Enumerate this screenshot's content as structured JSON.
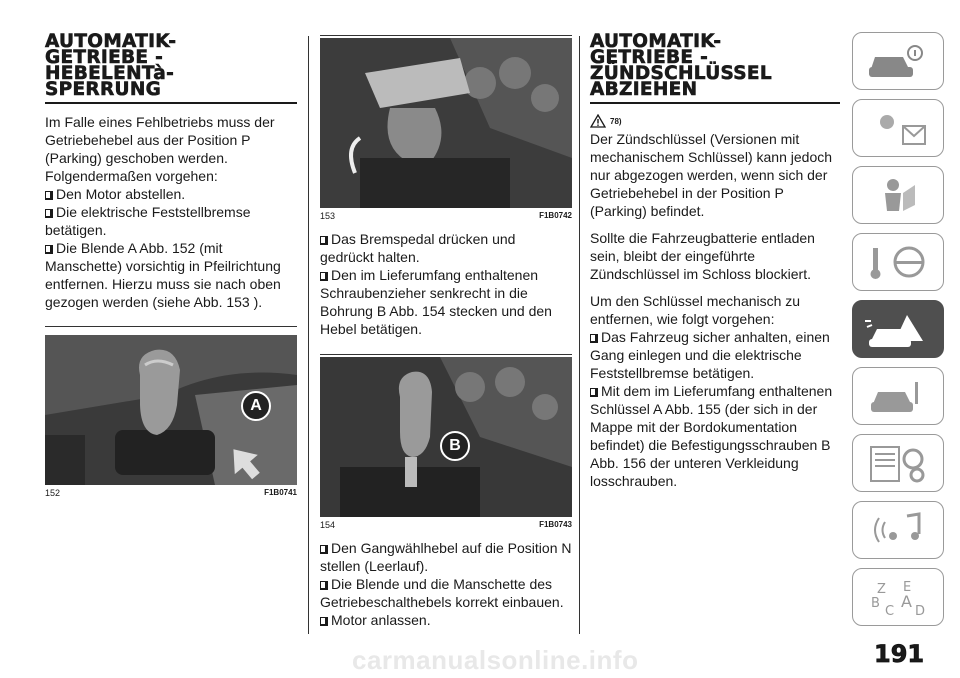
{
  "col1": {
    "heading": "AUTOMATIK-\nGETRIEBE -\nHEBELENTà-\nSPERRUNG",
    "para1": "Im Falle eines Fehlbetriebs muss der Getriebehebel aus der Position P (Parking) geschoben werden. Folgendermaßen vorgehen:",
    "bullets": [
      "Den Motor abstellen.",
      "Die elektrische Feststellbremse betätigen.",
      "Die Blende A Abb. 152 (mit Manschette) vorsichtig in Pfeilrichtung entfernen. Hierzu muss sie nach oben gezogen werden (siehe Abb. 153 )."
    ],
    "figure": {
      "number": "152",
      "code": "F1B0741",
      "callout": "A"
    }
  },
  "col2": {
    "figure_top": {
      "number": "153",
      "code": "F1B0742"
    },
    "bullets_a": [
      "Das Bremspedal drücken und gedrückt halten.",
      "Den im Lieferumfang enthaltenen Schraubenzieher senkrecht in die Bohrung B Abb. 154 stecken und den Hebel betätigen."
    ],
    "figure_mid": {
      "number": "154",
      "code": "F1B0743",
      "callout": "B"
    },
    "bullets_b": [
      "Den Gangwählhebel auf die Position N stellen (Leerlauf).",
      "Die Blende und die Manschette des Getriebeschalthebels korrekt einbauen.",
      "Motor anlassen."
    ]
  },
  "col3": {
    "heading": "AUTOMATIK-\nGETRIEBE -\nZÜNDSCHLÜSSEL\nABZIEHEN",
    "warning_ref": "78)",
    "para1": "Der Zündschlüssel (Versionen mit mechanischem Schlüssel) kann jedoch nur abgezogen werden, wenn sich der Getriebehebel in der Position P (Parking) befindet.",
    "para2": "Sollte die Fahrzeugbatterie entladen sein, bleibt der eingeführte Zündschlüssel im Schloss blockiert.",
    "para3": "Um den Schlüssel mechanisch zu entfernen, wie folgt vorgehen:",
    "bullets": [
      "Das Fahrzeug sicher anhalten, einen Gang einlegen und die elektrische Feststellbremse betätigen.",
      "Mit dem im Lieferumfang enthaltenen Schlüssel A Abb. 155 (der sich in der Mappe mit der Bordokumentation befindet) die Befestigungsschrauben B Abb. 156 der unteren Verkleidung losschrauben."
    ]
  },
  "sidebar": {
    "tabs": [
      "car-info-icon",
      "warning-lights-icon",
      "safety-icon",
      "starting-driving-icon",
      "emergency-icon",
      "maintenance-icon",
      "technical-data-icon",
      "multimedia-icon",
      "index-icon"
    ],
    "active_index": 4
  },
  "page_number": "191",
  "watermark": "carmanualsonline.info",
  "colors": {
    "text": "#1a1a1a",
    "sidebar_active": "#4f4f4f",
    "sidebar_border": "#9a9a9a"
  }
}
